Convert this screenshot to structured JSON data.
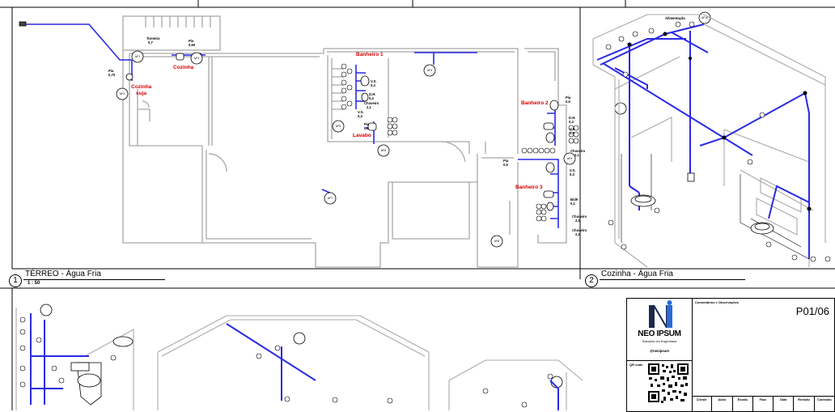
{
  "views": [
    {
      "number": "1",
      "title": "TÉRREO - Água Fria",
      "scale": "1 : 50"
    },
    {
      "number": "2",
      "title": "Cozinha - Água Fria"
    }
  ],
  "room_labels": {
    "cozinha": "Cozinha",
    "cozinha_suja_1": "Cozinha",
    "cozinha_suja_2": "suja",
    "banheiro1": "Banheiro 1",
    "lavabo": "Lavabo",
    "banheiro2": "Banheiro 2",
    "banheiro3": "Banheiro 3"
  },
  "fixture_labels": {
    "torneira": "Torneira",
    "torneira_val": "0,7",
    "pia_a": "Pia",
    "pia_a_val": "0,60",
    "pia_b": "Pia",
    "pia_b_val": "0,70",
    "vs1": "V.S.",
    "vs1_val": "0,3",
    "dh1": "D.H.",
    "dh1_val": "0,4",
    "chuveiro1": "Chuveiro",
    "chuveiro1_val": "2,1",
    "vs2": "V.S.",
    "vs2_val": "0,3",
    "pia_lav": "Pia",
    "pia_lav_val": "0,6",
    "pia_b2": "Pia",
    "pia_b2_val": "0,6",
    "dh2": "D.H.",
    "dh2_val": "0,4",
    "vs3": "V.S.",
    "vs3_val": "0,3",
    "chuveiro2": "Chuveiro",
    "chuveiro2_val": "2,1",
    "pia_b3": "Pia",
    "pia_b3_val": "0,6",
    "vs4": "V.S.",
    "vs4_val": "0,3",
    "bide": "Bidê",
    "bide_val": "0,1",
    "chuveiro3": "Chuveiro",
    "chuveiro3_val": "2,1",
    "chuveiro4": "Chuveiro",
    "chuveiro4_val": "2,1",
    "alimentacao": "Alimentação"
  },
  "tags": {
    "af1": "AF1",
    "af2": "AF2",
    "af3": "AF3",
    "af4": "AF4",
    "af5": "AF5",
    "af6": "AF6",
    "af7": "AF7",
    "af8": "AF8",
    "af9": "AF9",
    "af10": "AF10"
  },
  "title_block": {
    "comments_label": "Comentários e Observações",
    "sheet": "P01/06",
    "company": "NEO IPSUM",
    "company_sub": "Soluções em Engenharia",
    "handle": "@neoipsum",
    "qr_label": "QR code",
    "columns": [
      "Cliente",
      "Autor",
      "Escala",
      "Fase",
      "Data",
      "Revisão",
      "Conteúdo"
    ]
  },
  "colors": {
    "pipe": "#2a2ae6",
    "wall": "#a8a8a8",
    "label_red": "#d40000",
    "logo_dark": "#1c2a4a"
  }
}
